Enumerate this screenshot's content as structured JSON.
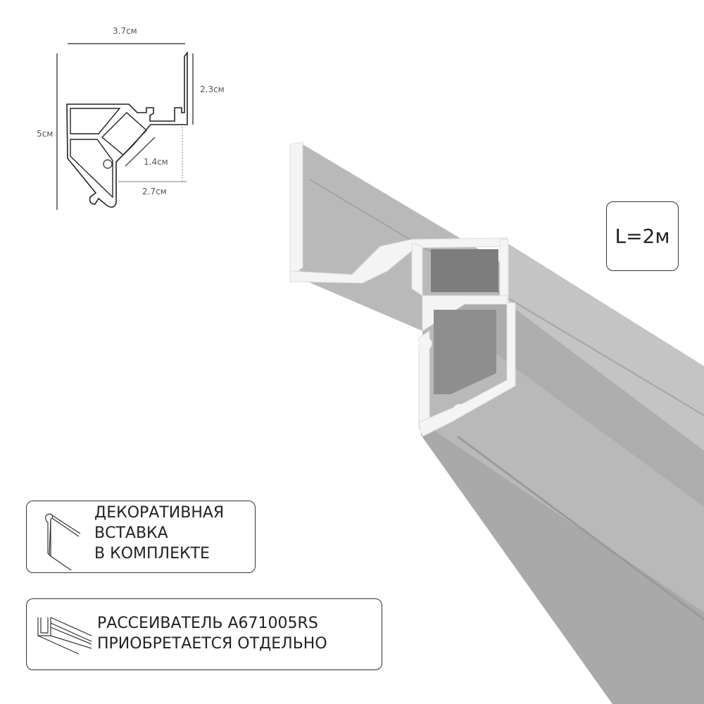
{
  "drawing": {
    "width_dim": "3.7см",
    "height_dim": "5см",
    "flange_dim": "2.3см",
    "slot_dim": "1.4см",
    "depth_dim": "2.7см"
  },
  "length_badge": "L=2м",
  "info_boxes": [
    {
      "lines": [
        "ДЕКОРАТИВНАЯ",
        "ВСТАВКА",
        "В КОМПЛЕКТЕ"
      ]
    },
    {
      "lines": [
        "РАССЕИВАТЕЛЬ A671005RS",
        "ПРИОБРЕТАЕТСЯ ОТДЕЛЬНО"
      ]
    }
  ],
  "colors": {
    "aluminium": "#b9b9b9",
    "aluminium_dark": "#9e9e9e",
    "face": "#f4f4f4"
  }
}
